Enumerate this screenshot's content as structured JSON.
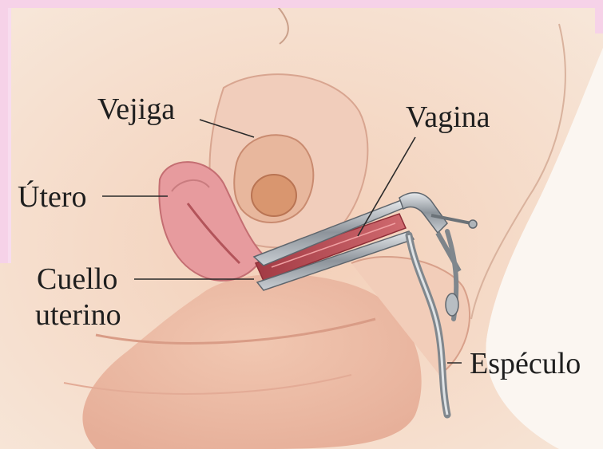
{
  "labels": {
    "bladder": "Vejiga",
    "vagina": "Vagina",
    "uterus": "Útero",
    "cervix_line1": "Cuello",
    "cervix_line2": "uterino",
    "speculum": "Espéculo"
  },
  "colors": {
    "frame": "#f6d2e8",
    "skin": "#f4d9c4",
    "tissue": "#e8b3a3",
    "mucosa": "#c9555a",
    "metal": "#9aa0a6",
    "text": "#1e1e1e"
  }
}
